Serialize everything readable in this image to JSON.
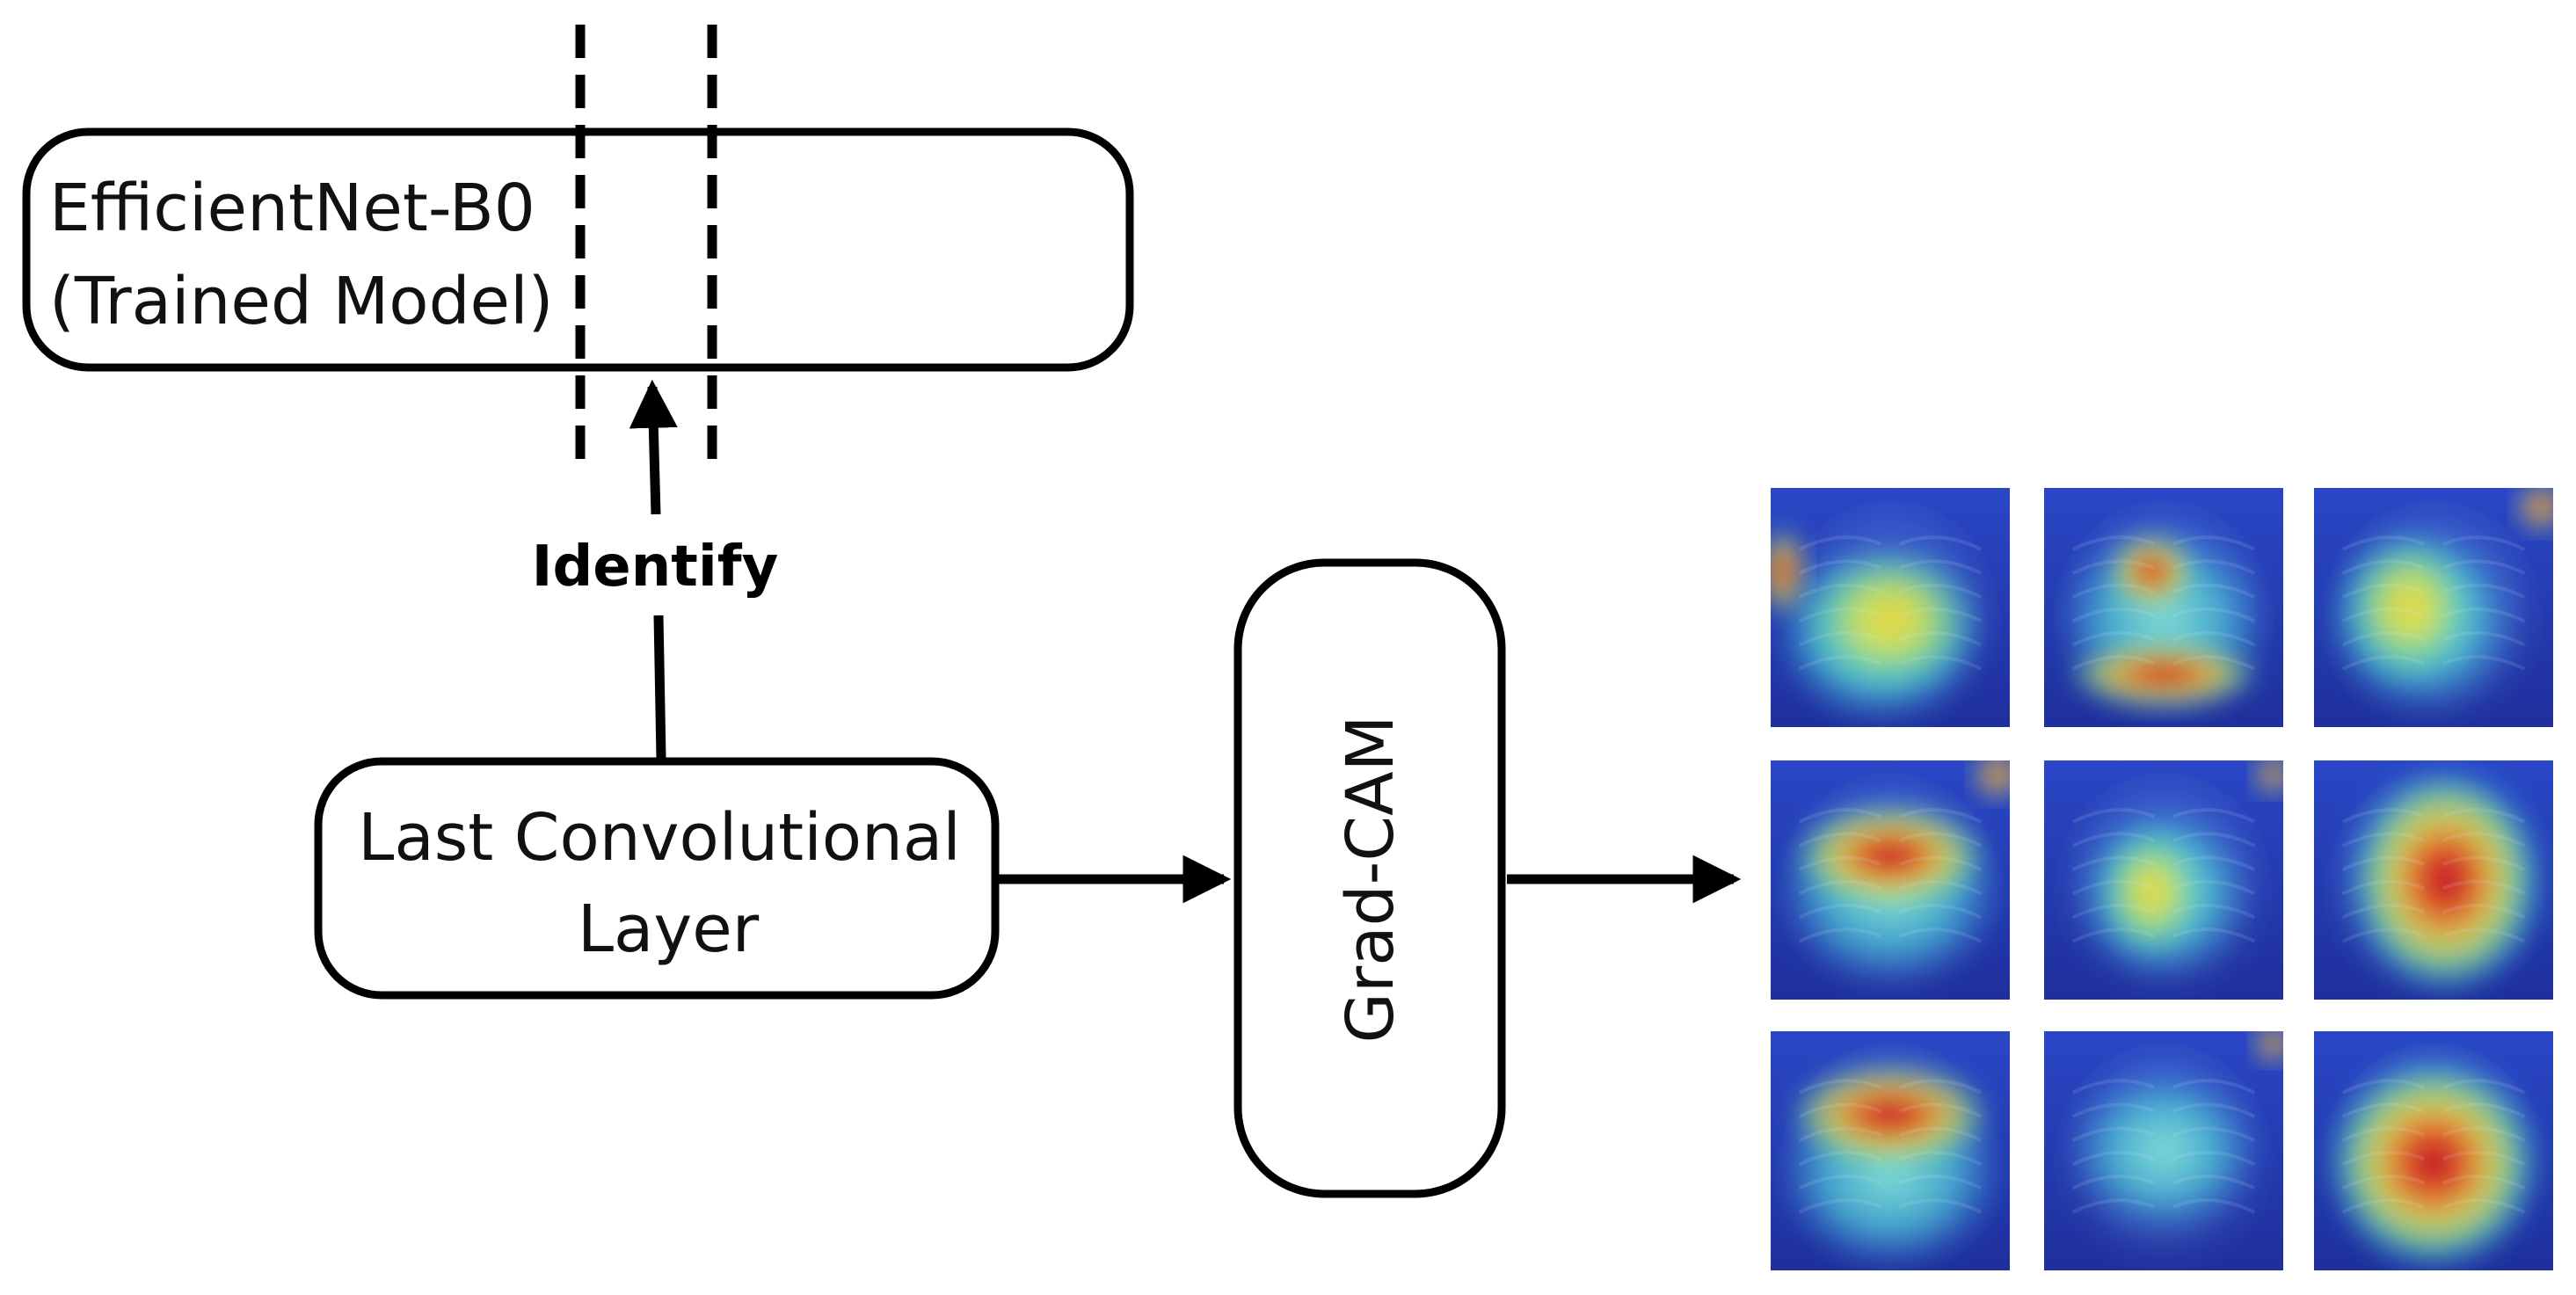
{
  "diagram": {
    "model_box": {
      "line1": "EfficientNet-B0",
      "line2": "(Trained Model)"
    },
    "identify_label": "Identify",
    "conv_box": {
      "line1": "Last Convolutional",
      "line2": "Layer"
    },
    "gradcam_box": {
      "label": "Grad-CAM"
    },
    "heatmaps": {
      "rows": 3,
      "cols": 3,
      "colormap": [
        "#1d2b8f",
        "#2f59d9",
        "#36c7d2",
        "#8fe06a",
        "#f2e33a",
        "#f07a22",
        "#c8102e"
      ]
    },
    "colors": {
      "stroke": "#000000",
      "background": "#ffffff"
    }
  }
}
